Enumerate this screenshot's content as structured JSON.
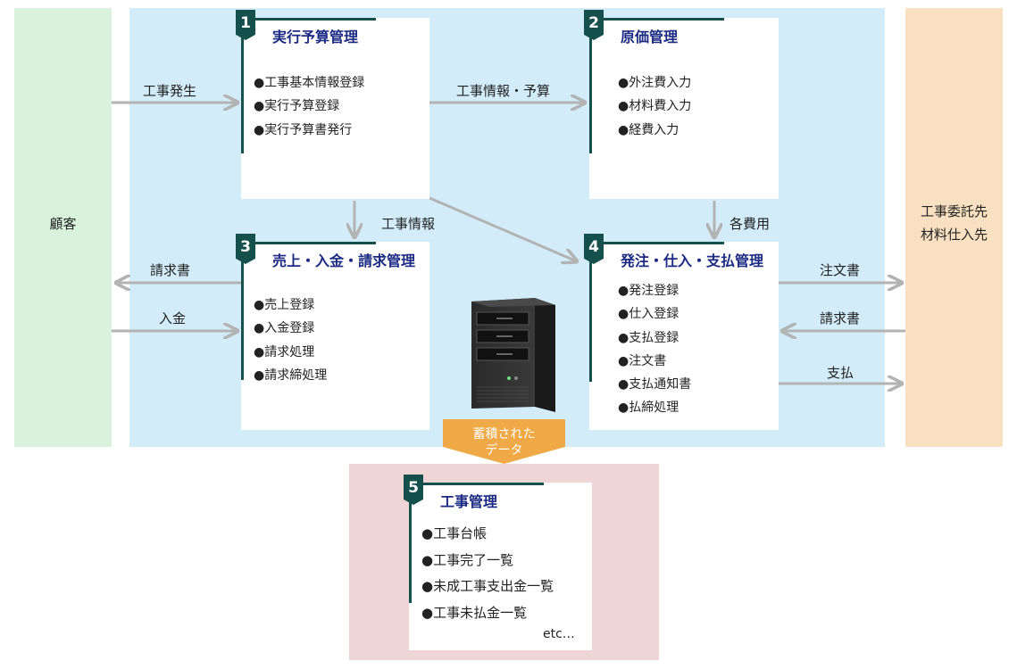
{
  "zones": {
    "customer": "顧客",
    "vendor": "工事委託先\n材料仕入先"
  },
  "modules": [
    {
      "number": "1",
      "title": "実行予算管理",
      "items": [
        "工事基本情報登録",
        "実行予算登録",
        "実行予算書発行"
      ]
    },
    {
      "number": "2",
      "title": "原価管理",
      "items": [
        "外注費入力",
        "材料費入力",
        "経費入力"
      ]
    },
    {
      "number": "3",
      "title": "売上・入金・請求管理",
      "items": [
        "売上登録",
        "入金登録",
        "請求処理",
        "請求締処理"
      ]
    },
    {
      "number": "4",
      "title": "発注・仕入・支払管理",
      "items": [
        "発注登録",
        "仕入登録",
        "支払登録",
        "注文書",
        "支払通知書",
        "払締処理"
      ]
    },
    {
      "number": "5",
      "title": "工事管理",
      "items": [
        "工事台帳",
        "工事完了一覧",
        "未成工事支出金一覧",
        "工事未払金一覧"
      ],
      "etc": "etc…"
    }
  ],
  "flows": {
    "construction_start": "工事発生",
    "info_budget": "工事情報・予算",
    "construction_info": "工事情報",
    "expenses": "各費用",
    "invoice_to_customer": "請求書",
    "payment_received": "入金",
    "purchase_order": "注文書",
    "invoice_from_vendor": "請求書",
    "payment": "支払"
  },
  "callout": "蓄積された\nデータ",
  "colors": {
    "accent_dark": "#16504d",
    "title_navy": "#1b2a83",
    "customer_zone": "#d9f2dc",
    "system_zone": "#d3ecf9",
    "vendor_zone": "#f9e0c0",
    "data_zone": "#f0d5d7",
    "callout": "#f0a947",
    "arrow": "#b3b3b3"
  }
}
